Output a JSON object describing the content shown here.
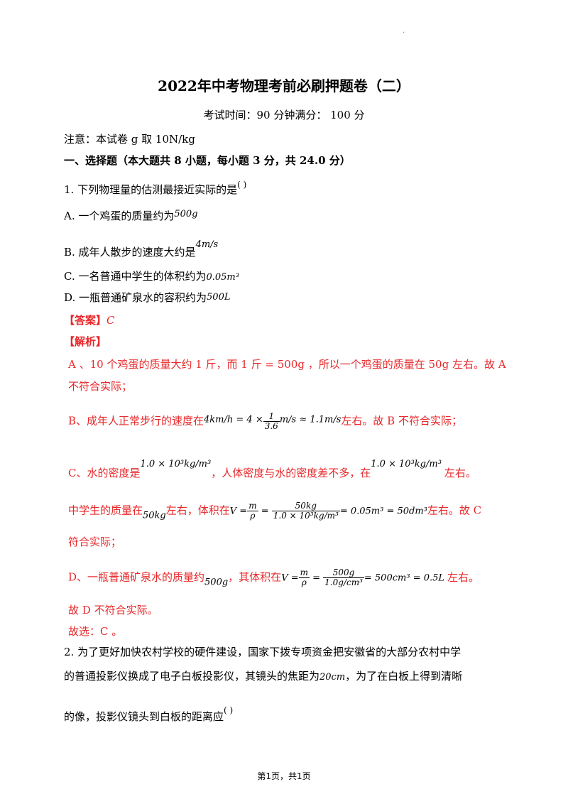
{
  "header": {
    "title": "2022年中考物理考前必刷押题卷（二）",
    "subtitle": "考试时间：90 分钟满分：  100 分",
    "note": "注意：本试卷 g 取 10N/kg",
    "section": "一、选择题（本大题共 8 小题，每小题 3 分，共 24.0 分）"
  },
  "q1": {
    "stem": "1. 下列物理量的估测最接近实际的是",
    "paren": "( )",
    "options": {
      "a_text": "A. 一个鸡蛋的质量约为",
      "a_val": "500g",
      "b_text": "B. 成年人散步的速度大约是",
      "b_val": "4m/s",
      "c_text": "C. 一名普通中学生的体积约为",
      "c_val": "0.05m³",
      "d_text": "D. 一瓶普通矿泉水的容积约为",
      "d_val": "500L"
    },
    "answer_label": "【答案】",
    "answer_val": "C",
    "analysis_label": "【解析】",
    "analysis": {
      "a_line1": "A 、10 个鸡蛋的质量大约 1 斤，而 1 斤 = 500g ，所以一个鸡蛋的质量在 50g 左右。故 A",
      "a_line2": "不符合实际；",
      "b_pre": "B、成年人正常步行的速度在",
      "b_math1": "4km/h = 4 ×",
      "b_num": "1",
      "b_den": "3.6",
      "b_math2": "m/s ≈ 1.1m/s",
      "b_post": "左右。故 B 不符合实际；",
      "c_pre": "C、水的密度是",
      "c_val1": "1.0 × 10³kg/m³",
      "c_mid": "，人体密度与水的密度差不多，在",
      "c_val2": "1.0 × 10³kg/m³",
      "c_post": "左右。",
      "c2_pre": "中学生的质量在",
      "c2_mass": "50kg",
      "c2_mid": "左右，体积在",
      "c2_lhs": "V =",
      "c2_f1_num": "m",
      "c2_f1_den": "ρ",
      "c2_f2_num": "50kg",
      "c2_f2_den": "1.0 × 10³kg/m³",
      "c2_rhs": "= 0.05m³ = 50dm³",
      "c2_post": "左右。故 C",
      "c2_line2": "符合实际；",
      "d_pre": "D、一瓶普通矿泉水的质量约",
      "d_mass": "500g",
      "d_mid": "，其体积在",
      "d_lhs": "V =",
      "d_f1_num": "m",
      "d_f1_den": "ρ",
      "d_f2_num": "500g",
      "d_f2_den": "1.0g/cm³",
      "d_rhs": "= 500cm³ = 0.5L",
      "d_post": "左右。",
      "d_line2": "故 D 不符合实际。"
    },
    "choice": "故选：C 。"
  },
  "q2": {
    "line1": "2. 为了更好加快农村学校的硬件建设，国家下拨专项资金把安徽省的大部分农村中学",
    "line2_pre": "的普通投影仪换成了电子白板投影仪，其镜头的焦距为",
    "line2_val": "20cm",
    "line2_post": "，为了在白板上得到清晰",
    "line3": "的像，投影仪镜头到白板的距离应",
    "paren": "( )"
  },
  "footer": "第1页，共1页",
  "marks": {
    "dot": "."
  }
}
